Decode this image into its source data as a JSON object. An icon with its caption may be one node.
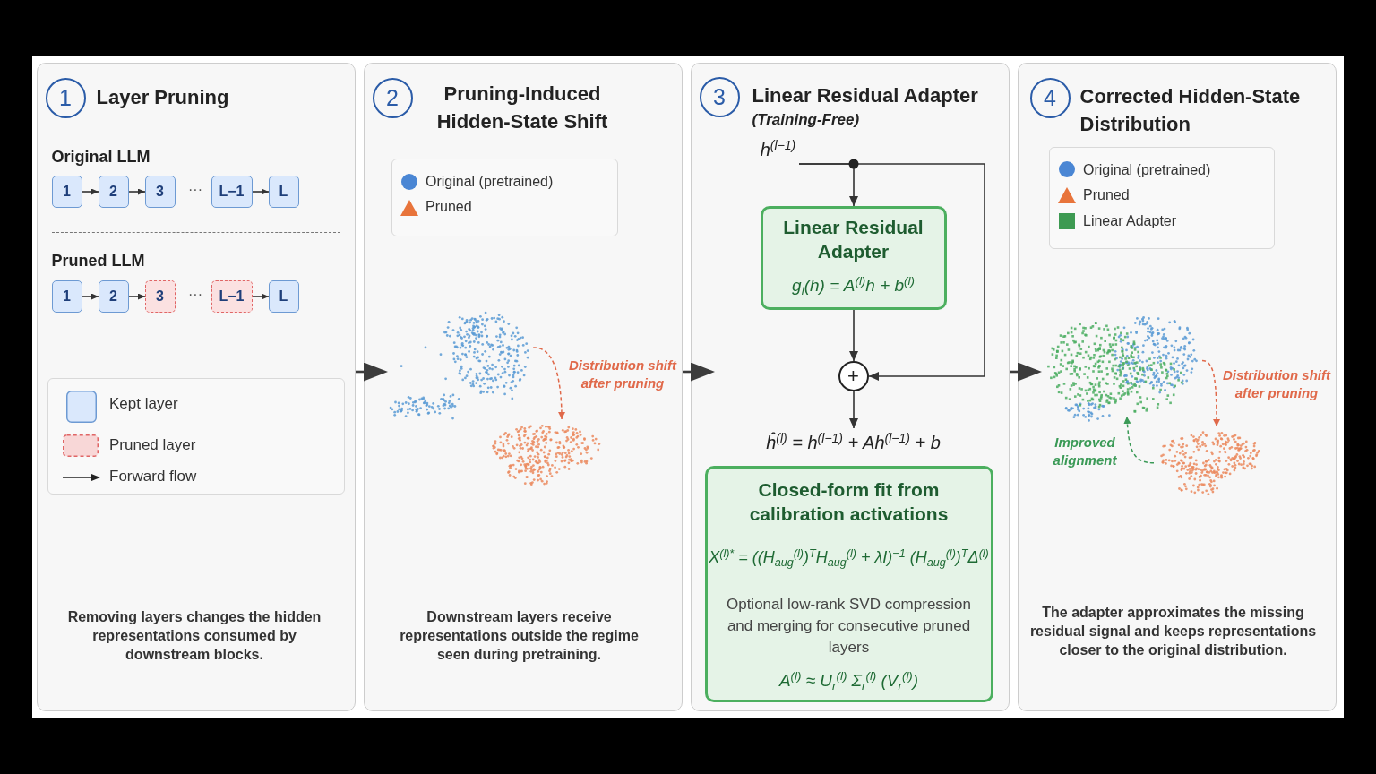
{
  "diagram": {
    "nodes": [
      {
        "text": [
          "Layer Pruning",
          "Original LLM",
          "Pruned LLM",
          "Removing layers changes the hidden representations consumed by downstream blocks."
        ]
      },
      {
        "text": [
          "1"
        ],
        "in": 0
      },
      {
        "text": [
          "1"
        ],
        "in": 0
      },
      {
        "text": [
          "2"
        ],
        "in": 0
      },
      {
        "text": [
          "3"
        ],
        "in": 0
      },
      {
        "text": [
          "L−1"
        ],
        "in": 0
      },
      {
        "text": [
          "L"
        ],
        "in": 0
      },
      {
        "text": [
          "1"
        ],
        "in": 0
      },
      {
        "text": [
          "2"
        ],
        "in": 0
      },
      {
        "text": [
          "3"
        ],
        "in": 0
      },
      {
        "text": [
          "L−1"
        ],
        "in": 0
      },
      {
        "text": [
          "L"
        ],
        "in": 0
      },
      {
        "text": [
          "Pruning-Induced Hidden-State Shift",
          "Downstream layers receive representations outside the regime seen during pretraining."
        ]
      },
      {
        "text": [
          "2"
        ],
        "in": 12
      },
      {
        "text": [],
        "shape": "picture",
        "in": 12
      },
      {
        "text": [],
        "shape": "picture",
        "in": 12
      },
      {
        "text": [
          "Linear Residual Adapter",
          "(Training-Free)"
        ]
      },
      {
        "text": [
          "3"
        ],
        "in": 16
      },
      {
        "text": [
          "h$^{(l−1)}$"
        ],
        "in": 16
      },
      {
        "text": [
          "Linear Residual Adapter",
          "g$_{l}$(h) = A$^{(l)}$h + b$^{(l)}$"
        ],
        "in": 16
      },
      {
        "text": [
          "+"
        ],
        "in": 16
      },
      {
        "text": [
          "ĥ$^{(l)}$ = h$^{(l−1)}$ + Ah$^{(l−1)}$ + b"
        ],
        "in": 16
      },
      {
        "text": [
          "Closed-form fit from calibration activations",
          "X$^{(l)*}$ = ((H$_{aug}$$^{(l)}$)$^{T}$H$_{aug}$$^{(l)}$ + λI)$^{−1}$ (H$_{aug}$$^{(l)}$)$^{T}$Δ$^{(l)}$",
          "Optional low-rank SVD compression and merging for consecutive pruned layers",
          "A$^{(l)}$ ≈ U$_{r}$$^{(l)}$ Σ$_{r}$$^{(l)}$ (V$_{r}$$^{(l)}$)"
        ],
        "in": 16
      },
      {
        "text": [
          "Corrected Hidden-State Distribution",
          "The adapter approximates the missing residual signal and keeps representations closer to the original distribution."
        ]
      },
      {
        "text": [
          "4"
        ],
        "in": 23
      },
      {
        "text": [],
        "shape": "picture",
        "in": 23
      },
      {
        "text": [],
        "shape": "picture",
        "in": 23
      },
      {
        "text": [],
        "shape": "picture",
        "in": 23
      }
    ],
    "edges": [
      {
        "from": 2,
        "to": 3,
        "arrow": "to"
      },
      {
        "from": 3,
        "to": 4,
        "arrow": "to"
      },
      {
        "from": 5,
        "to": 6,
        "arrow": "to"
      },
      {
        "from": 7,
        "to": 8,
        "arrow": "to"
      },
      {
        "from": 8,
        "to": 9,
        "arrow": "to"
      },
      {
        "from": 10,
        "to": 11,
        "arrow": "to"
      },
      {
        "from": 0,
        "to": 12,
        "arrow": "to"
      },
      {
        "from": 14,
        "to": 15,
        "arrow": "to",
        "label": "Distribution shift after pruning",
        "style": "dashed",
        "color": "#e0694a"
      },
      {
        "from": 12,
        "to": 16,
        "arrow": "to"
      },
      {
        "from": 18,
        "to": 19,
        "arrow": "to"
      },
      {
        "from": 18,
        "to": 20,
        "arrow": "to"
      },
      {
        "from": 19,
        "to": 20,
        "arrow": "to"
      },
      {
        "from": 20,
        "to": 21,
        "arrow": "to"
      },
      {
        "from": 16,
        "to": 23,
        "arrow": "to"
      },
      {
        "from": 26,
        "to": 27,
        "arrow": "to",
        "label": "Distribution shift after pruning",
        "style": "dashed",
        "color": "#e0694a"
      },
      {
        "from": 27,
        "to": 25,
        "arrow": "to",
        "label": "Improved alignment",
        "style": "dashed",
        "color": "#3b9a57"
      }
    ],
    "labels": [
      "···",
      "···"
    ],
    "legend": [
      {
        "text": "Kept layer",
        "color": "#dae8fc"
      },
      {
        "text": "Pruned layer",
        "color": "#f8d7d7"
      },
      {
        "text": "Forward flow"
      },
      {
        "text": "Original (pretrained)",
        "color": "#4a86d4"
      },
      {
        "text": "Pruned",
        "color": "#e8743b"
      },
      {
        "text": "Original (pretrained)",
        "color": "#4a86d4"
      },
      {
        "text": "Pruned",
        "color": "#e8743b"
      },
      {
        "text": "Linear Adapter",
        "color": "#3d9a52"
      }
    ]
  }
}
